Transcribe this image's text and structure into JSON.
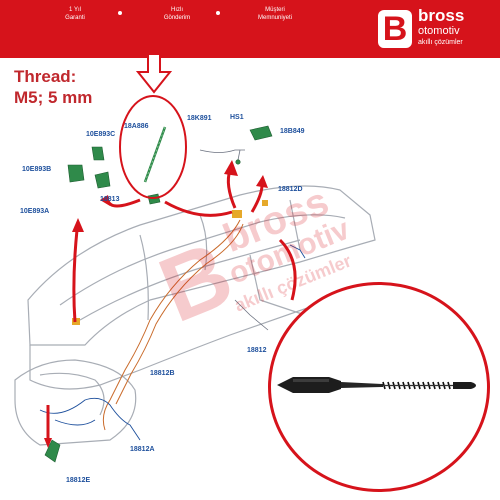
{
  "header": {
    "items": [
      {
        "line1": "1 Yıl",
        "line2": "Garanti"
      },
      {
        "line1": "Hızlı",
        "line2": "Gönderim"
      },
      {
        "line1": "Müşteri",
        "line2": "Memnuniyeti"
      }
    ],
    "brand": {
      "initial": "B",
      "name": "bross",
      "sub": "otomotiv",
      "tagline": "akıllı çözümler"
    },
    "background_color": "#d6131b"
  },
  "thread": {
    "line1": "Thread:",
    "line2": "M5; 5 mm"
  },
  "parts": {
    "p18A886": "18A886",
    "p18K891": "18K891",
    "pHS1": "HS1",
    "p18B849": "18B849",
    "p10E893C": "10E893C",
    "p10E893B": "10E893B",
    "p10E893A": "10E893A",
    "p18813": "18813",
    "p18812D": "18812D",
    "p18812": "18812",
    "p18812B": "18812B",
    "p18812A": "18812A",
    "p18812E": "18812E"
  },
  "watermark": {
    "initial": "B",
    "name": "bross",
    "sub": "otomotiv",
    "tagline": "akıllı çözümler"
  },
  "colors": {
    "accent": "#d6131b",
    "label": "#1d4f9c",
    "component": "#2f8a4a",
    "wire": "#c96a2a",
    "diagram_line": "#a8adb5"
  }
}
